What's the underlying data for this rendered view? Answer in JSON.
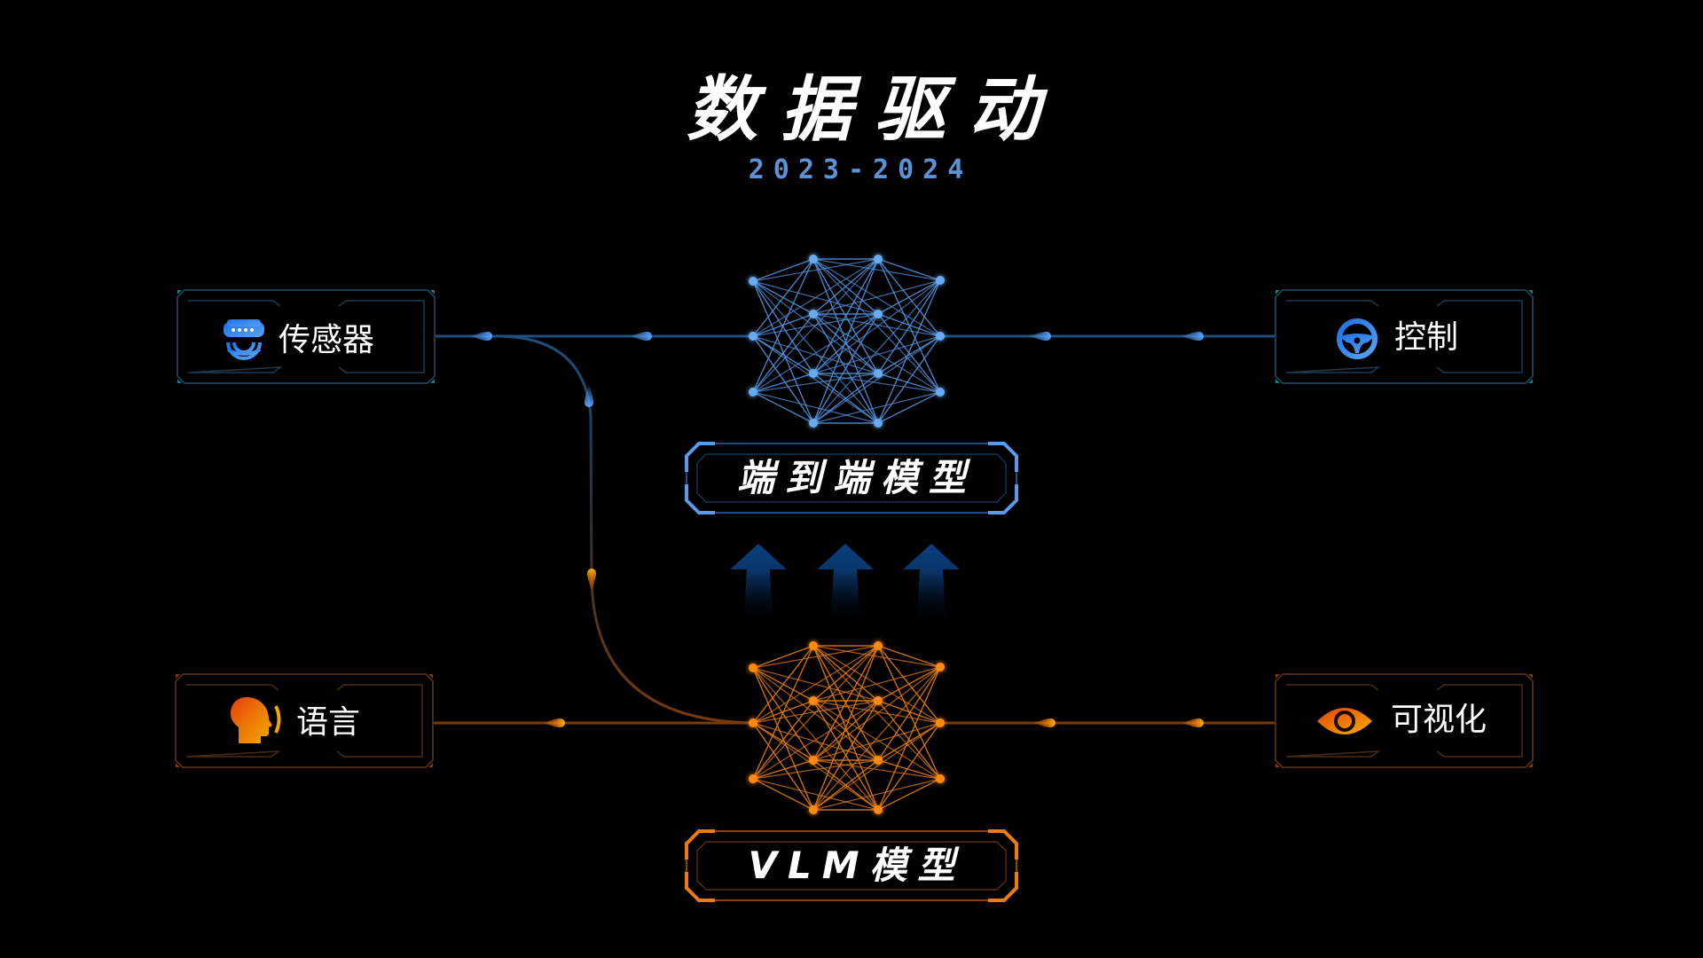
{
  "header": {
    "title": "数据驱动",
    "subtitle": "2023-2024"
  },
  "colors": {
    "background": "#000000",
    "blue_accent": "#4a90e2",
    "blue_line": "#1d4f80",
    "orange_accent": "#ff8a00",
    "orange_line": "#7a3a08",
    "subtitle": "#5b93d6",
    "box_frame_blue": "#1c3a52",
    "box_frame_orange": "#4a2a10"
  },
  "inputs": {
    "sensor": {
      "label": "传感器",
      "icon": "sensor-icon"
    },
    "language": {
      "label": "语言",
      "icon": "speaking-head-icon"
    }
  },
  "outputs": {
    "control": {
      "label": "控制",
      "icon": "steering-wheel-icon"
    },
    "visualization": {
      "label": "可视化",
      "icon": "eye-icon"
    }
  },
  "models": {
    "end_to_end": {
      "label": "端到端模型",
      "network_icon": "neural-network-icon"
    },
    "vlm": {
      "label": "VLM模型",
      "network_icon": "neural-network-icon"
    }
  },
  "arrows": {
    "count": 3,
    "direction": "up",
    "icon": "up-arrow-icon"
  }
}
